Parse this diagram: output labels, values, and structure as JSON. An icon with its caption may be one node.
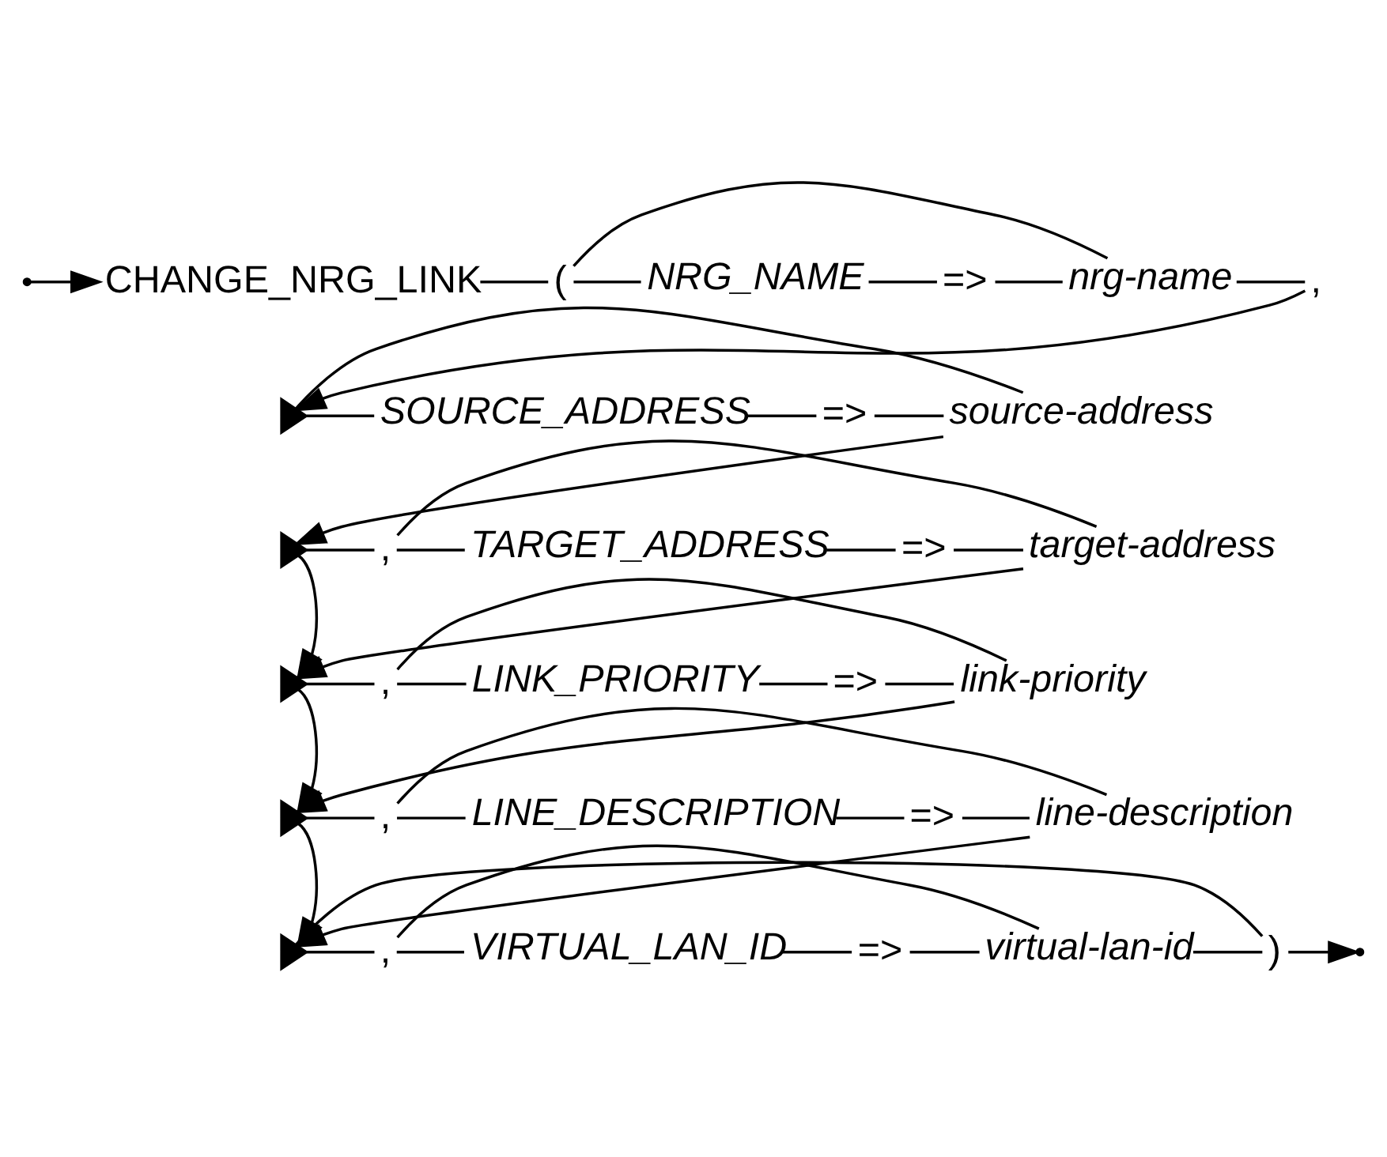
{
  "diagram": {
    "nodes": [
      {
        "text": [
          "CHANGE_NRG_LINK"
        ]
      },
      {
        "text": [
          "("
        ]
      },
      {
        "text": [
          "NRG_NAME"
        ]
      },
      {
        "text": [
          "=>"
        ]
      },
      {
        "text": [
          "nrg-name"
        ]
      },
      {
        "text": [
          ","
        ]
      },
      {
        "text": [],
        "shape": "triangle"
      },
      {
        "text": [
          "SOURCE_ADDRESS"
        ]
      },
      {
        "text": [
          "=>"
        ]
      },
      {
        "text": [
          "source-address"
        ]
      },
      {
        "text": [],
        "shape": "triangle"
      },
      {
        "text": [
          ","
        ]
      },
      {
        "text": [
          "TARGET_ADDRESS"
        ]
      },
      {
        "text": [
          "=>"
        ]
      },
      {
        "text": [
          "target-address"
        ]
      },
      {
        "text": [],
        "shape": "triangle"
      },
      {
        "text": [
          ","
        ]
      },
      {
        "text": [
          "LINK_PRIORITY"
        ]
      },
      {
        "text": [
          "=>"
        ]
      },
      {
        "text": [
          "link-priority"
        ]
      },
      {
        "text": [],
        "shape": "triangle"
      },
      {
        "text": [
          ","
        ]
      },
      {
        "text": [
          "LINE_DESCRIPTION"
        ]
      },
      {
        "text": [
          "=>"
        ]
      },
      {
        "text": [
          "line-description"
        ]
      },
      {
        "text": [],
        "shape": "triangle"
      },
      {
        "text": [
          ","
        ]
      },
      {
        "text": [
          "VIRTUAL_LAN_ID"
        ]
      },
      {
        "text": [
          "=>"
        ]
      },
      {
        "text": [
          "virtual-lan-id"
        ]
      },
      {
        "text": [
          ")"
        ]
      }
    ],
    "edges": [
      {
        "from": null,
        "to": 0,
        "arrow": "to"
      },
      {
        "from": 0,
        "to": 1,
        "arrow": "none"
      },
      {
        "from": 1,
        "to": 2,
        "arrow": "none"
      },
      {
        "from": 2,
        "to": 3,
        "arrow": "none"
      },
      {
        "from": 3,
        "to": 4,
        "arrow": "none"
      },
      {
        "from": 1,
        "to": 4,
        "arrow": "none"
      },
      {
        "from": 4,
        "to": 5,
        "arrow": "none"
      },
      {
        "from": 5,
        "to": 6,
        "arrow": "to"
      },
      {
        "from": 6,
        "to": 7,
        "arrow": "none"
      },
      {
        "from": 7,
        "to": 8,
        "arrow": "none"
      },
      {
        "from": 8,
        "to": 9,
        "arrow": "none"
      },
      {
        "from": 6,
        "to": 9,
        "arrow": "none"
      },
      {
        "from": 9,
        "to": 10,
        "arrow": "to"
      },
      {
        "from": 10,
        "to": 11,
        "arrow": "none"
      },
      {
        "from": 11,
        "to": 12,
        "arrow": "none"
      },
      {
        "from": 12,
        "to": 13,
        "arrow": "none"
      },
      {
        "from": 13,
        "to": 14,
        "arrow": "none"
      },
      {
        "from": 11,
        "to": 14,
        "arrow": "none"
      },
      {
        "from": 10,
        "to": 15,
        "arrow": "to"
      },
      {
        "from": 14,
        "to": 15,
        "arrow": "to"
      },
      {
        "from": 15,
        "to": 16,
        "arrow": "none"
      },
      {
        "from": 16,
        "to": 17,
        "arrow": "none"
      },
      {
        "from": 17,
        "to": 18,
        "arrow": "none"
      },
      {
        "from": 18,
        "to": 19,
        "arrow": "none"
      },
      {
        "from": 16,
        "to": 19,
        "arrow": "none"
      },
      {
        "from": 15,
        "to": 20,
        "arrow": "to"
      },
      {
        "from": 19,
        "to": 20,
        "arrow": "to"
      },
      {
        "from": 20,
        "to": 21,
        "arrow": "none"
      },
      {
        "from": 21,
        "to": 22,
        "arrow": "none"
      },
      {
        "from": 22,
        "to": 23,
        "arrow": "none"
      },
      {
        "from": 23,
        "to": 24,
        "arrow": "none"
      },
      {
        "from": 21,
        "to": 24,
        "arrow": "none"
      },
      {
        "from": 20,
        "to": 25,
        "arrow": "to"
      },
      {
        "from": 24,
        "to": 25,
        "arrow": "to"
      },
      {
        "from": 25,
        "to": 26,
        "arrow": "none"
      },
      {
        "from": 26,
        "to": 27,
        "arrow": "none"
      },
      {
        "from": 27,
        "to": 28,
        "arrow": "none"
      },
      {
        "from": 28,
        "to": 29,
        "arrow": "none"
      },
      {
        "from": 26,
        "to": 29,
        "arrow": "none"
      },
      {
        "from": 25,
        "to": 30,
        "arrow": "none"
      },
      {
        "from": 29,
        "to": 30,
        "arrow": "none"
      },
      {
        "from": 30,
        "to": null,
        "arrow": "to"
      }
    ]
  }
}
